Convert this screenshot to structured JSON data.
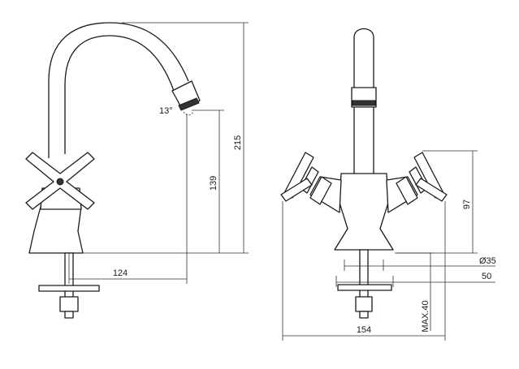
{
  "dimensions": {
    "spout_angle": "13°",
    "total_height": "215",
    "outlet_height": "139",
    "reach": "124",
    "height_97": "97",
    "hole_diameter": "Ø35",
    "base_50": "50",
    "max_deck": "MAX.40",
    "total_width": "154"
  }
}
